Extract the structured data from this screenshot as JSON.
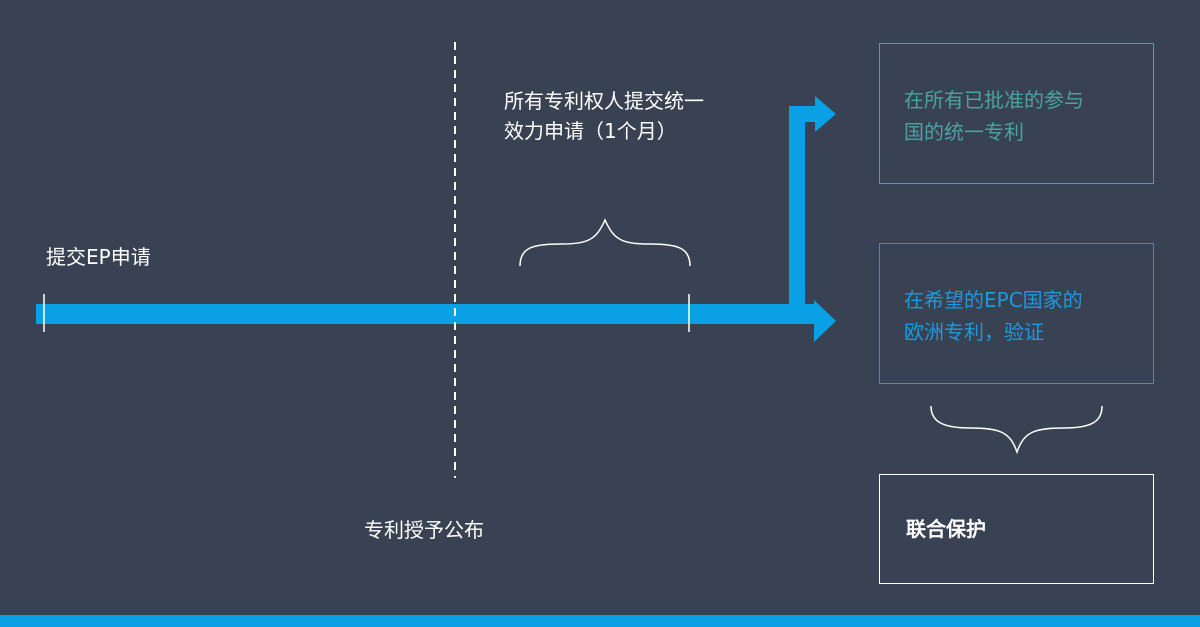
{
  "colors": {
    "background": "#394252",
    "arrow": "#0aa0e6",
    "teal": "#49a3a0",
    "blue": "#1a9be0",
    "white": "#ffffff"
  },
  "labels": {
    "submit": "提交EP申请",
    "grant": "专利授予公布",
    "request_line1": "所有专利权人提交统一",
    "request_line2": "效力申请（1个月）"
  },
  "boxes": {
    "unitary": {
      "line1": "在所有已批准的参与",
      "line2": "国的统一专利"
    },
    "european": {
      "line1": "在希望的EPC国家的",
      "line2": "欧洲专利，验证"
    },
    "combined": {
      "text": "联合保护"
    }
  }
}
